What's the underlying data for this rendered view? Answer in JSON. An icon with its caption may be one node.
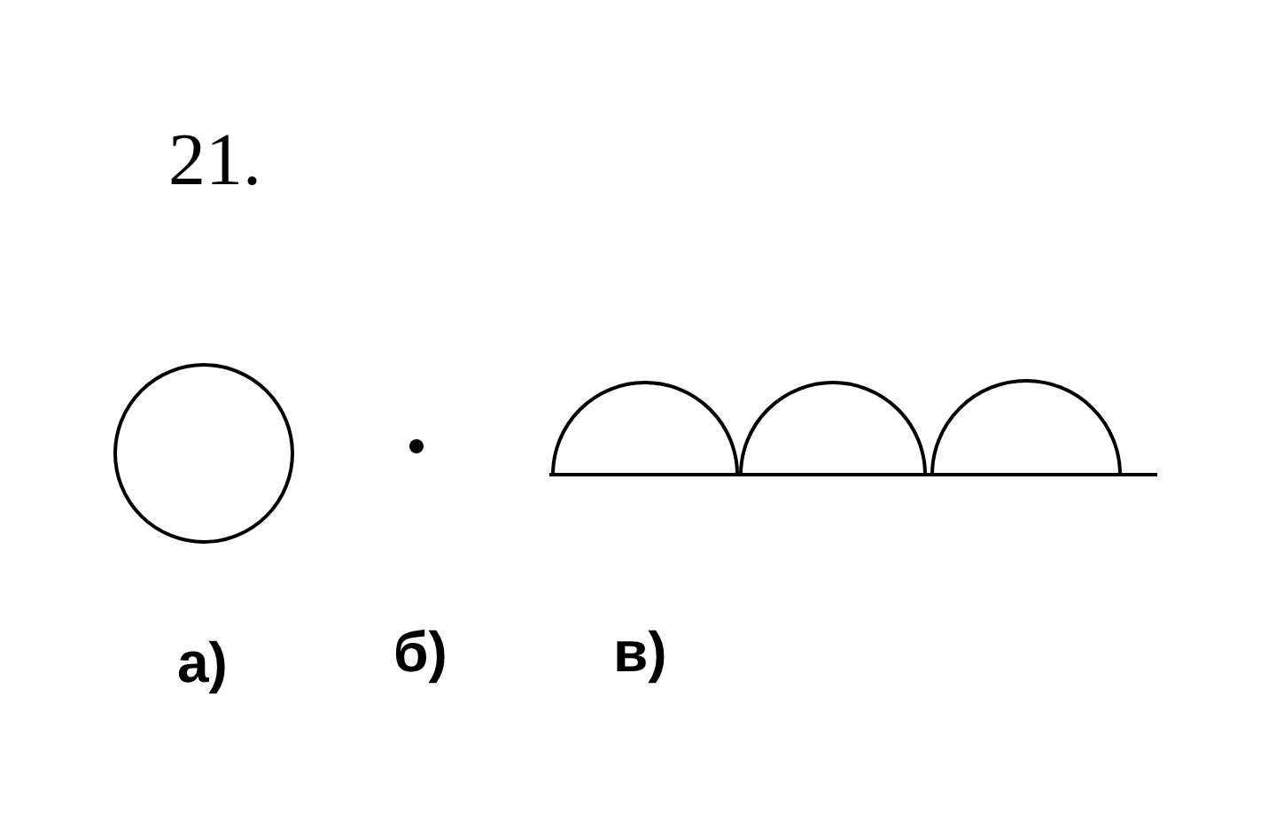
{
  "diagram": {
    "labels": [
      "21.",
      "а)",
      "б)",
      "в)"
    ]
  }
}
